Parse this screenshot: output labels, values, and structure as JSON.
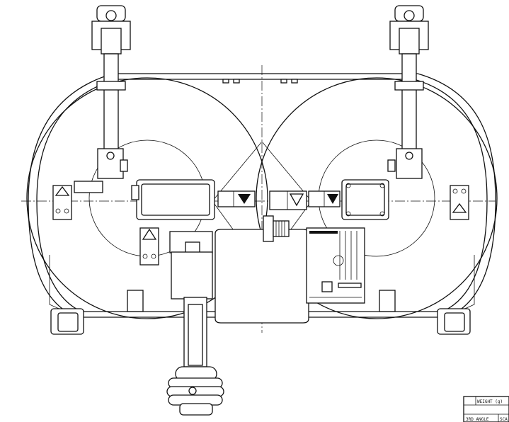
{
  "title_block": {
    "weight_label": "WEIGHT (g)",
    "angle_label": "3RD ANGLE",
    "scale_label": "SCA"
  },
  "colors": {
    "ink": "#111111",
    "paper": "#ffffff"
  }
}
